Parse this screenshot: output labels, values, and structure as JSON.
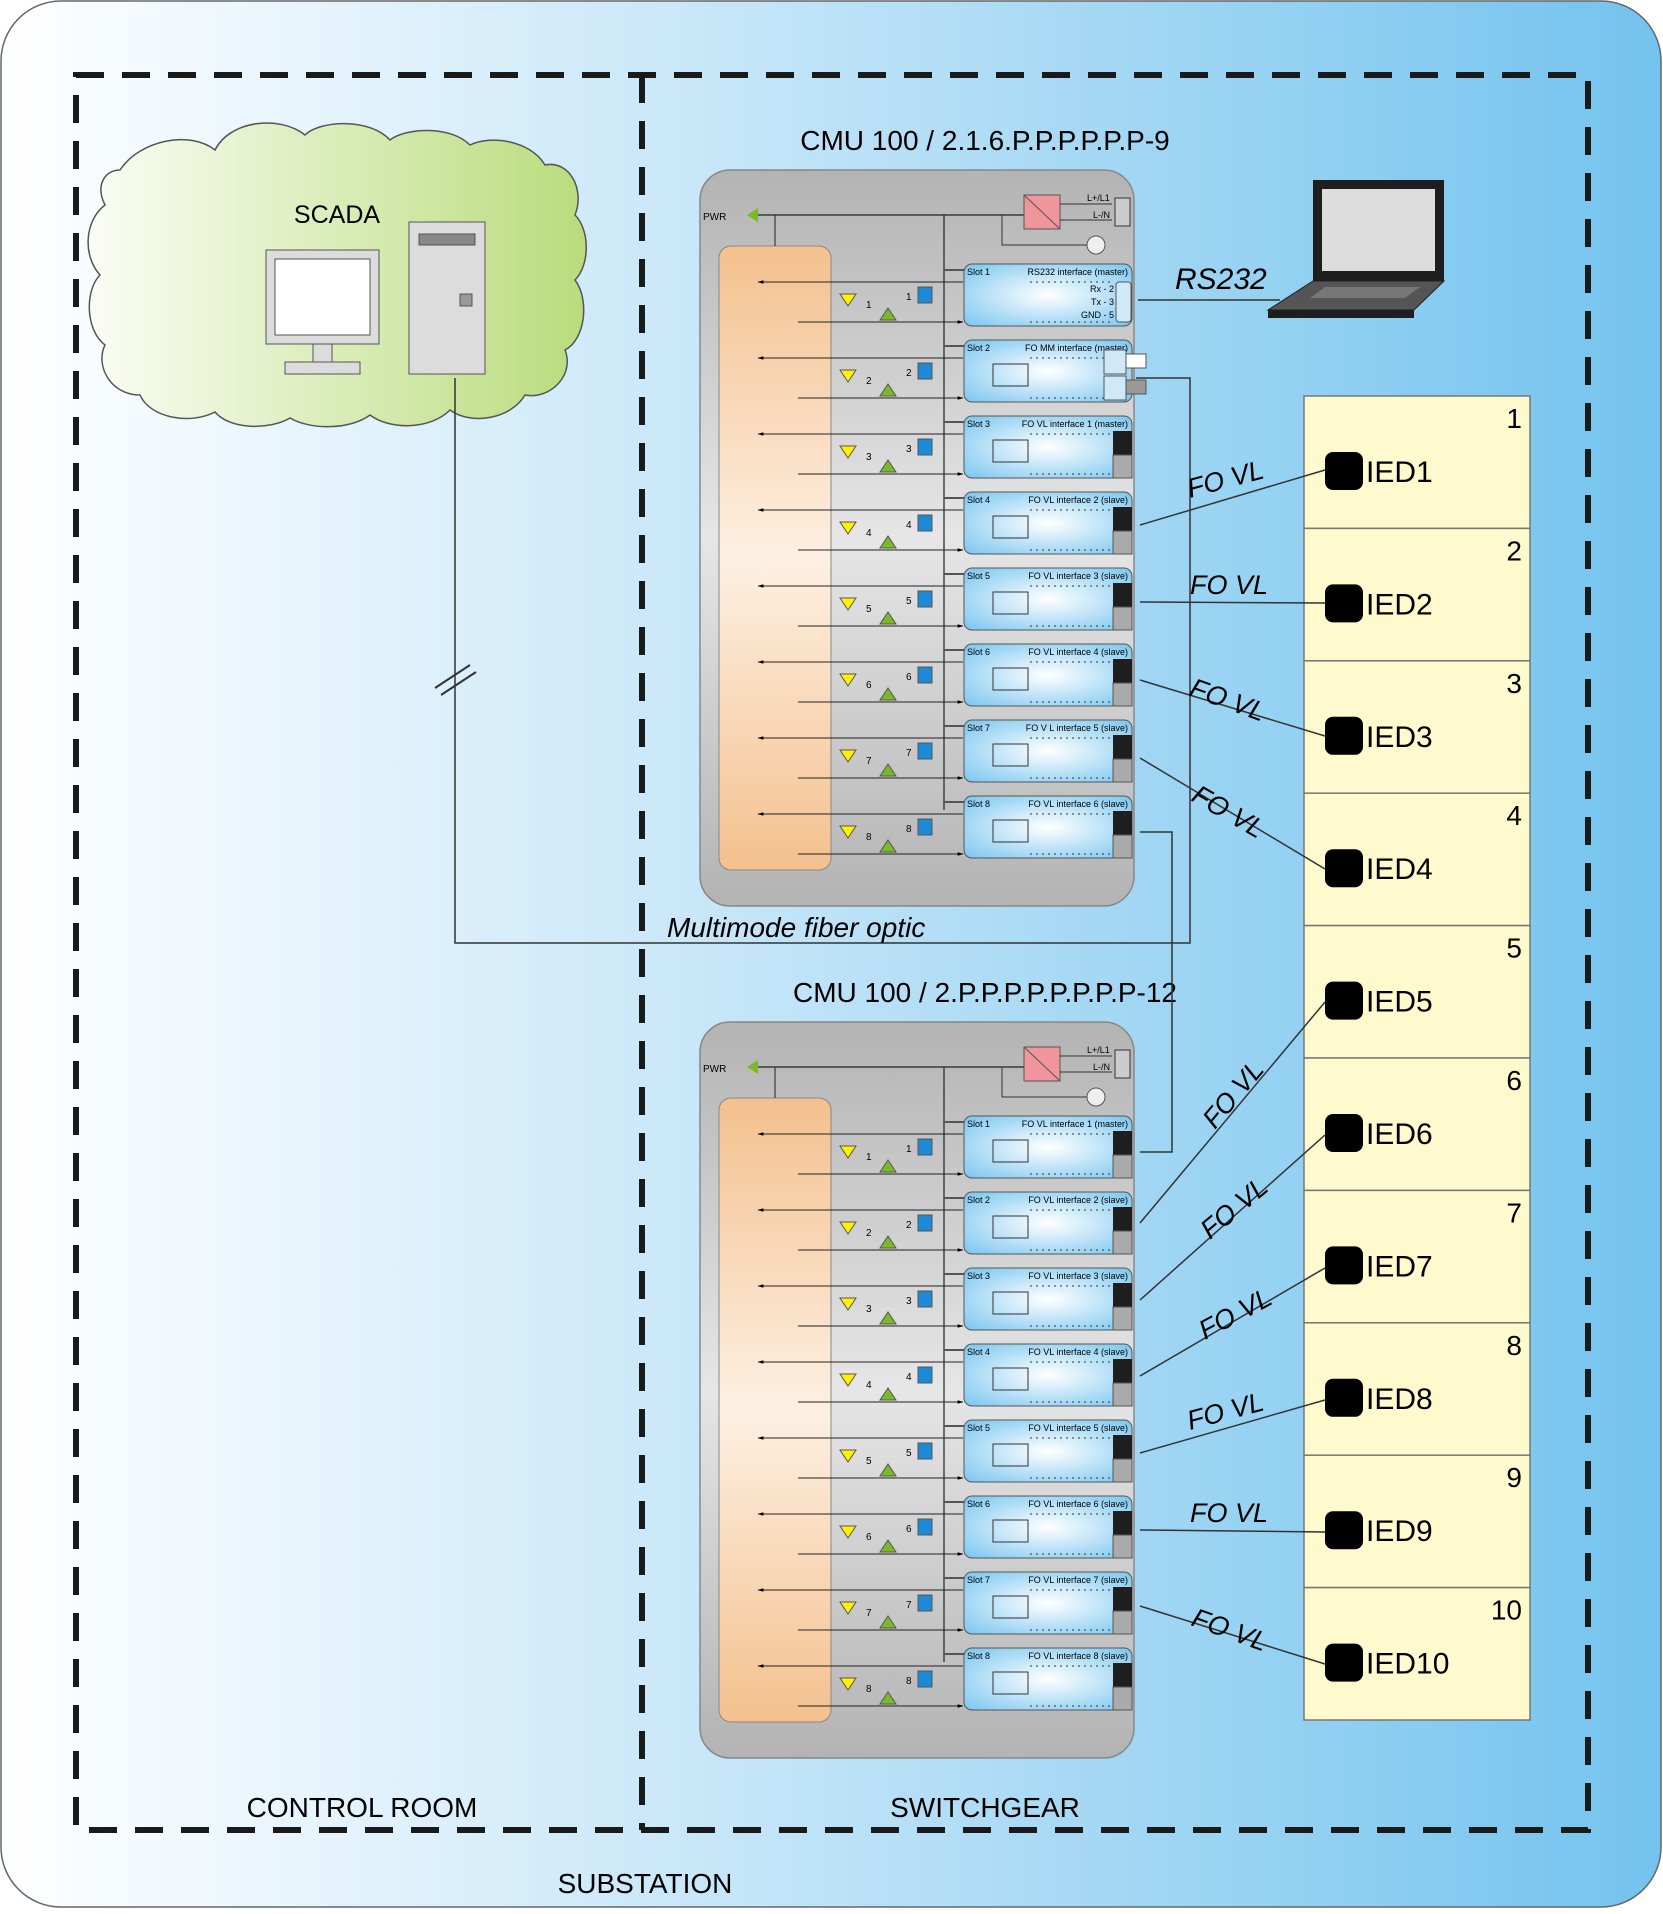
{
  "labels": {
    "scada": "SCADA",
    "rs232": "RS232",
    "multimode": "Multimode fiber optic",
    "control_room": "CONTROL ROOM",
    "switchgear": "SWITCHGEAR",
    "substation": "SUBSTATION",
    "fo_vl": "FO VL"
  },
  "cmu": [
    {
      "title": "CMU 100 / 2.1.6.P.P.P.P.P.P-9",
      "pwr": "PWR",
      "psu": {
        "l1": "L+/L1",
        "ln": "L-/N",
        "connector": "MSTB"
      },
      "slots": [
        {
          "slot": "Slot 1",
          "name": "RS232 interface (master)",
          "type": "rs232",
          "pins": [
            "Rx - 2",
            "Tx - 3",
            "GND - 5"
          ],
          "connector": "D9F"
        },
        {
          "slot": "Slot 2",
          "name": "FO MM interface (master)",
          "type": "st",
          "connector": "ST"
        },
        {
          "slot": "Slot 3",
          "name": "FO VL interface 1 (master)",
          "type": "vl"
        },
        {
          "slot": "Slot 4",
          "name": "FO VL interface 2 (slave)",
          "type": "vl"
        },
        {
          "slot": "Slot 5",
          "name": "FO VL interface 3 (slave)",
          "type": "vl"
        },
        {
          "slot": "Slot 6",
          "name": "FO VL interface 4 (slave)",
          "type": "vl"
        },
        {
          "slot": "Slot 7",
          "name": "FO V L interface 5 (slave)",
          "type": "vl"
        },
        {
          "slot": "Slot 8",
          "name": "FO VL interface 6 (slave)",
          "type": "vl"
        }
      ]
    },
    {
      "title": "CMU 100 / 2.P.P.P.P.P.P.P.P-12",
      "pwr": "PWR",
      "psu": {
        "l1": "L+/L1",
        "ln": "L-/N",
        "connector": "MSTB"
      },
      "slots": [
        {
          "slot": "Slot 1",
          "name": "FO VL interface 1 (master)",
          "type": "vl"
        },
        {
          "slot": "Slot 2",
          "name": "FO VL interface 2 (slave)",
          "type": "vl"
        },
        {
          "slot": "Slot 3",
          "name": "FO VL interface 3 (slave)",
          "type": "vl"
        },
        {
          "slot": "Slot 4",
          "name": "FO VL interface 4 (slave)",
          "type": "vl"
        },
        {
          "slot": "Slot 5",
          "name": "FO VL interface 5 (slave)",
          "type": "vl"
        },
        {
          "slot": "Slot 6",
          "name": "FO VL interface 6 (slave)",
          "type": "vl"
        },
        {
          "slot": "Slot 7",
          "name": "FO VL interface 7 (slave)",
          "type": "vl"
        },
        {
          "slot": "Slot 8",
          "name": "FO VL interface 8 (slave)",
          "type": "vl"
        }
      ]
    }
  ],
  "channel_numbers": [
    "1",
    "2",
    "3",
    "4",
    "5",
    "6",
    "7",
    "8"
  ],
  "ieds": [
    {
      "num": "1",
      "name": "IED1"
    },
    {
      "num": "2",
      "name": "IED2"
    },
    {
      "num": "3",
      "name": "IED3"
    },
    {
      "num": "4",
      "name": "IED4"
    },
    {
      "num": "5",
      "name": "IED5"
    },
    {
      "num": "6",
      "name": "IED6"
    },
    {
      "num": "7",
      "name": "IED7"
    },
    {
      "num": "8",
      "name": "IED8"
    },
    {
      "num": "9",
      "name": "IED9"
    },
    {
      "num": "10",
      "name": "IED10"
    }
  ],
  "colors": {
    "bg_left": "#ffffff",
    "bg_right": "#73c3ee",
    "cloud_left": "#fbfdf5",
    "cloud_right": "#b9dc7c",
    "cmu_body": "#bdbdbd",
    "cpu_block": "#f5c594",
    "slot_blue": "#8fd0f3",
    "psu_red": "#ef959b",
    "ied_bg": "#fffacd",
    "led_yellow": "#fff200",
    "led_green": "#7ab929",
    "relay_blue": "#1c8ad8"
  }
}
